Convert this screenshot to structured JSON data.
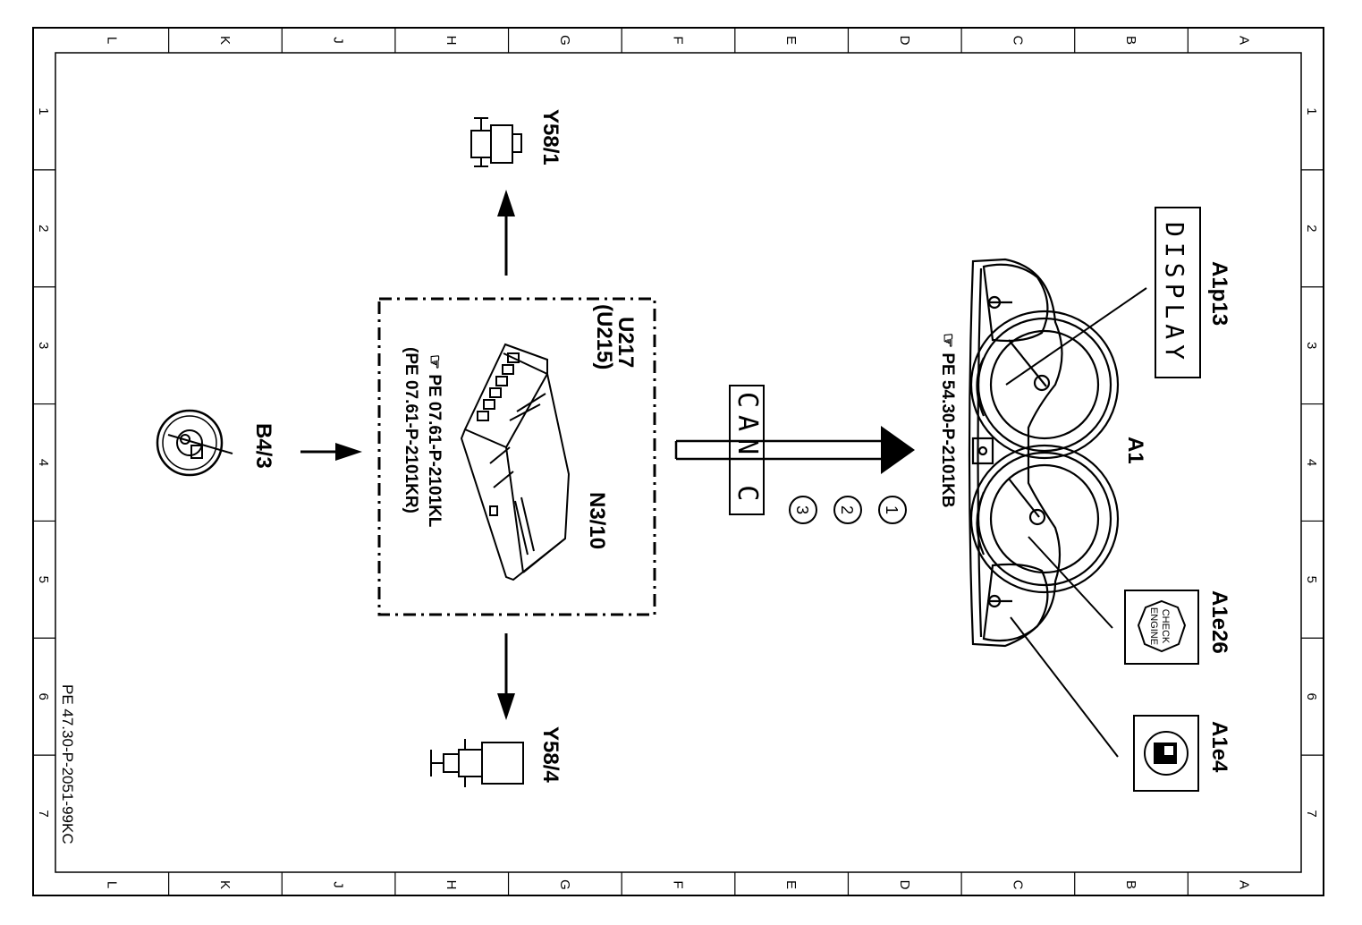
{
  "frame": {
    "letters": [
      "L",
      "K",
      "J",
      "H",
      "G",
      "F",
      "E",
      "D",
      "C",
      "B",
      "A"
    ],
    "numbers": [
      "1",
      "2",
      "3",
      "4",
      "5",
      "6",
      "7"
    ]
  },
  "code": "PE 47.30-P-2051-99KC",
  "components": {
    "b4_3": "B4/3",
    "u217": "U217",
    "u215": "(U215)",
    "n3_10": "N3/10",
    "n3_ref1": "PE 07.61-P-2101KL",
    "n3_ref2": "(PE 07.61-P-2101KR)",
    "y58_1": "Y58/1",
    "y58_4": "Y58/4",
    "can": "CAN C",
    "a1": "A1",
    "a1_ref": "PE 54.30-P-2101KB",
    "a1p13": "A1p13",
    "display": "DISPLAY",
    "a1e26": "A1e26",
    "check_engine_line1": "CHECK",
    "check_engine_line2": "ENGINE",
    "a1e4": "A1e4",
    "circ1": "1",
    "circ2": "2",
    "circ3": "3"
  }
}
